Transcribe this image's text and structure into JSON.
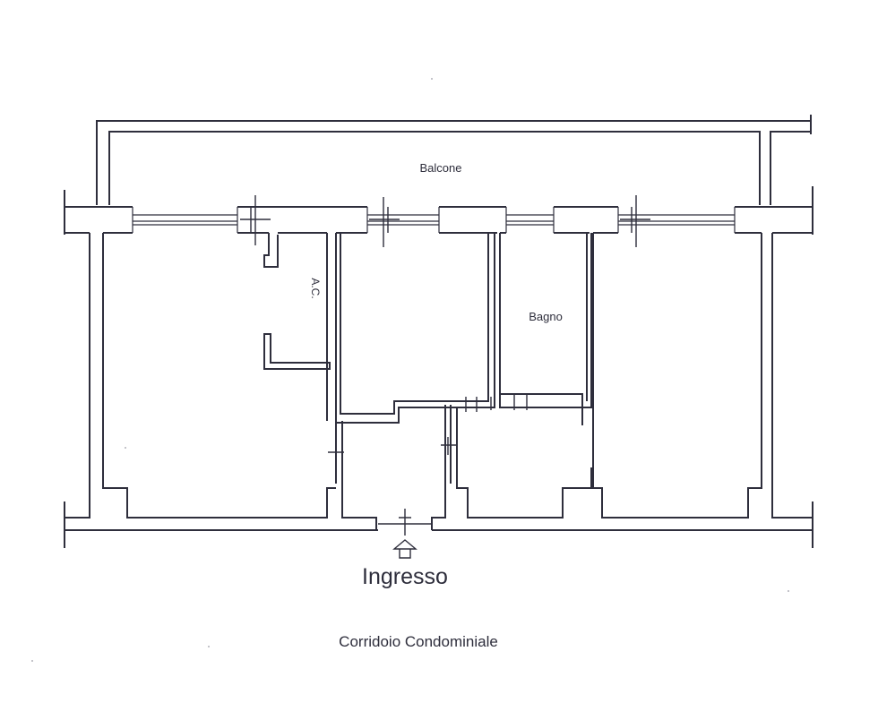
{
  "labels": {
    "balcony": "Balcone",
    "ac": "A.C.",
    "bathroom": "Bagno",
    "entrance": "Ingresso",
    "corridor": "Corridoio Condominiale"
  },
  "colors": {
    "line": "#2e2e3c",
    "background": "#ffffff"
  }
}
